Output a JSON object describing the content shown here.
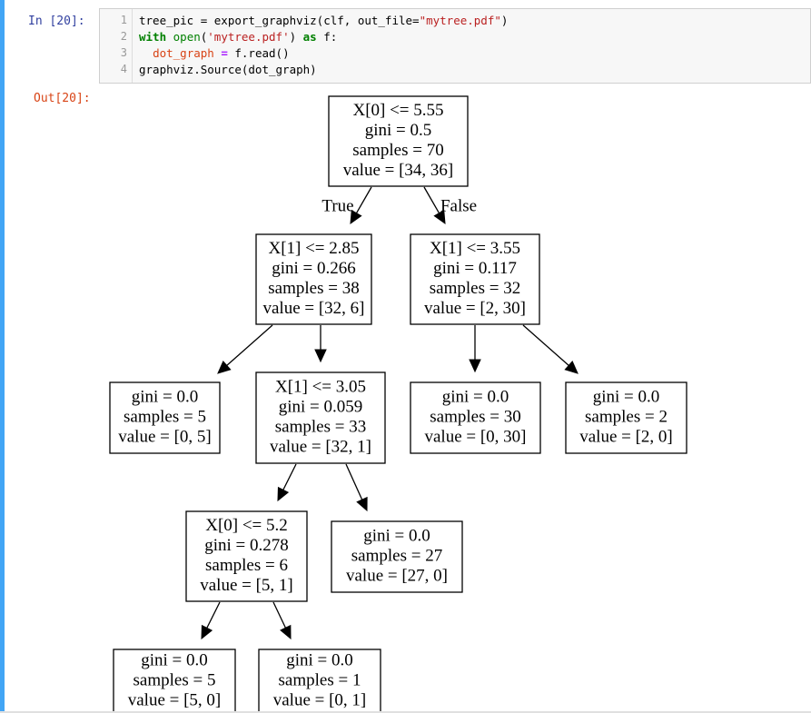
{
  "cell": {
    "in_prompt": "In  [20]:",
    "out_prompt": "Out[20]:",
    "line_numbers": [
      "1",
      "2",
      "3",
      "4"
    ],
    "code": {
      "line1": {
        "a": "tree_pic = export_graphviz(clf, out_file=",
        "b": "\"mytree.pdf\"",
        "c": ")"
      },
      "line2": {
        "kw1": "with",
        "fn": "open",
        "a": "(",
        "str": "'mytree.pdf'",
        "b": ") ",
        "kw2": "as",
        "c": " f:"
      },
      "line3": {
        "var": "dot_graph",
        "eq": "=",
        "a": " f.read()"
      },
      "line4": {
        "a": "graphviz.Source(dot_graph)"
      }
    }
  },
  "tree": {
    "nodes": [
      {
        "id": "n0",
        "lines": [
          "X[0] <= 5.55",
          "gini = 0.5",
          "samples = 70",
          "value = [34, 36]"
        ]
      },
      {
        "id": "n1",
        "lines": [
          "X[1] <= 2.85",
          "gini = 0.266",
          "samples = 38",
          "value = [32, 6]"
        ]
      },
      {
        "id": "n2",
        "lines": [
          "X[1] <= 3.55",
          "gini = 0.117",
          "samples = 32",
          "value = [2, 30]"
        ]
      },
      {
        "id": "n3",
        "lines": [
          "gini = 0.0",
          "samples = 5",
          "value = [0, 5]"
        ]
      },
      {
        "id": "n4",
        "lines": [
          "X[1] <= 3.05",
          "gini = 0.059",
          "samples = 33",
          "value = [32, 1]"
        ]
      },
      {
        "id": "n5",
        "lines": [
          "gini = 0.0",
          "samples = 30",
          "value = [0, 30]"
        ]
      },
      {
        "id": "n6",
        "lines": [
          "gini = 0.0",
          "samples = 2",
          "value = [2, 0]"
        ]
      },
      {
        "id": "n7",
        "lines": [
          "X[0] <= 5.2",
          "gini = 0.278",
          "samples = 6",
          "value = [5, 1]"
        ]
      },
      {
        "id": "n8",
        "lines": [
          "gini = 0.0",
          "samples = 27",
          "value = [27, 0]"
        ]
      },
      {
        "id": "n9",
        "lines": [
          "gini = 0.0",
          "samples = 5",
          "value = [5, 0]"
        ]
      },
      {
        "id": "n10",
        "lines": [
          "gini = 0.0",
          "samples = 1",
          "value = [0, 1]"
        ]
      }
    ],
    "edges": [
      {
        "from": "n0",
        "to": "n1",
        "label": "True"
      },
      {
        "from": "n0",
        "to": "n2",
        "label": "False"
      },
      {
        "from": "n1",
        "to": "n3"
      },
      {
        "from": "n1",
        "to": "n4"
      },
      {
        "from": "n2",
        "to": "n5"
      },
      {
        "from": "n2",
        "to": "n6"
      },
      {
        "from": "n4",
        "to": "n7"
      },
      {
        "from": "n4",
        "to": "n8"
      },
      {
        "from": "n7",
        "to": "n9"
      },
      {
        "from": "n7",
        "to": "n10"
      }
    ]
  }
}
